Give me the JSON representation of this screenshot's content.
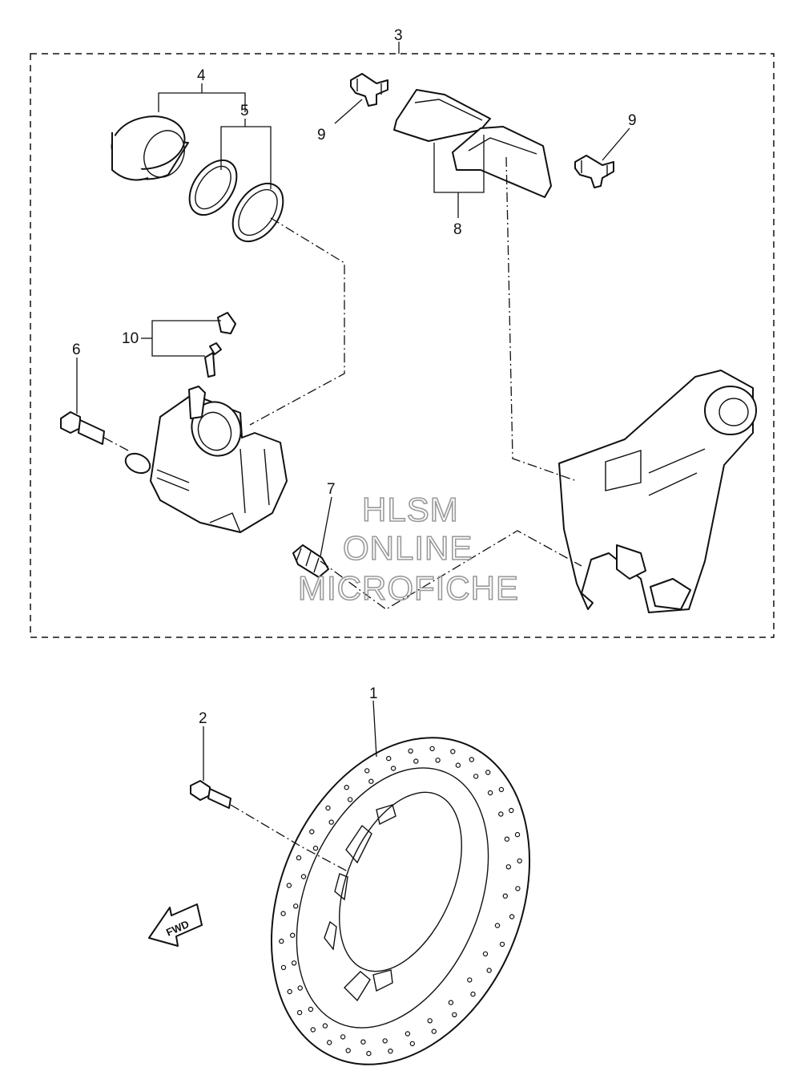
{
  "callouts": {
    "p1": "1",
    "p2": "2",
    "p3": "3",
    "p4": "4",
    "p5": "5",
    "p6": "6",
    "p7": "7",
    "p8": "8",
    "p9a": "9",
    "p9b": "9",
    "p10": "10"
  },
  "watermark": {
    "line1": "HLSM",
    "line2": "ONLINE",
    "line3": "MICROFICHE"
  },
  "direction_badge": "FWD",
  "colors": {
    "ink": "#111111",
    "watermark": "#9a9a9a",
    "background": "#ffffff"
  }
}
